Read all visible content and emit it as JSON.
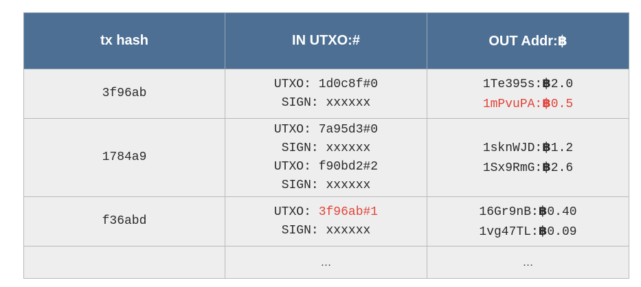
{
  "table": {
    "headers": [
      "tx hash",
      "IN UTXO:#",
      "OUT Addr:฿"
    ],
    "rows": [
      {
        "hash": "3f96ab",
        "inputs": [
          {
            "utxo_label": "UTXO: ",
            "utxo": "1d0c8f#0",
            "sign": "SIGN: xxxxxx"
          }
        ],
        "outputs": [
          {
            "addr": "1Te395s:",
            "amount": "2.0",
            "highlight": false
          },
          {
            "addr": "1mPvuPA:",
            "amount": "0.5",
            "highlight": true
          }
        ]
      },
      {
        "hash": "1784a9",
        "inputs": [
          {
            "utxo_label": "UTXO: ",
            "utxo": "7a95d3#0",
            "sign": "SIGN: xxxxxx"
          },
          {
            "utxo_label": "UTXO: ",
            "utxo": "f90bd2#2",
            "sign": "SIGN: xxxxxx"
          }
        ],
        "outputs": [
          {
            "addr": "1sknWJD:",
            "amount": "1.2",
            "highlight": false
          },
          {
            "addr": "1Sx9RmG:",
            "amount": "2.6",
            "highlight": false
          }
        ]
      },
      {
        "hash": "f36abd",
        "inputs": [
          {
            "utxo_label": "UTXO: ",
            "utxo": "3f96ab#1",
            "sign": "SIGN: xxxxxx",
            "highlight": true
          }
        ],
        "outputs": [
          {
            "addr": "16Gr9nB:",
            "amount": "0.40",
            "highlight": false
          },
          {
            "addr": "1vg47TL:",
            "amount": "0.09",
            "highlight": false
          }
        ]
      }
    ],
    "last_row": {
      "hash": "",
      "inputs": "…",
      "outputs": "…"
    },
    "btc_symbol": "฿",
    "colors": {
      "header_bg": "#4d6f94",
      "cell_bg": "#eeeeee",
      "highlight": "#e0453a"
    }
  }
}
